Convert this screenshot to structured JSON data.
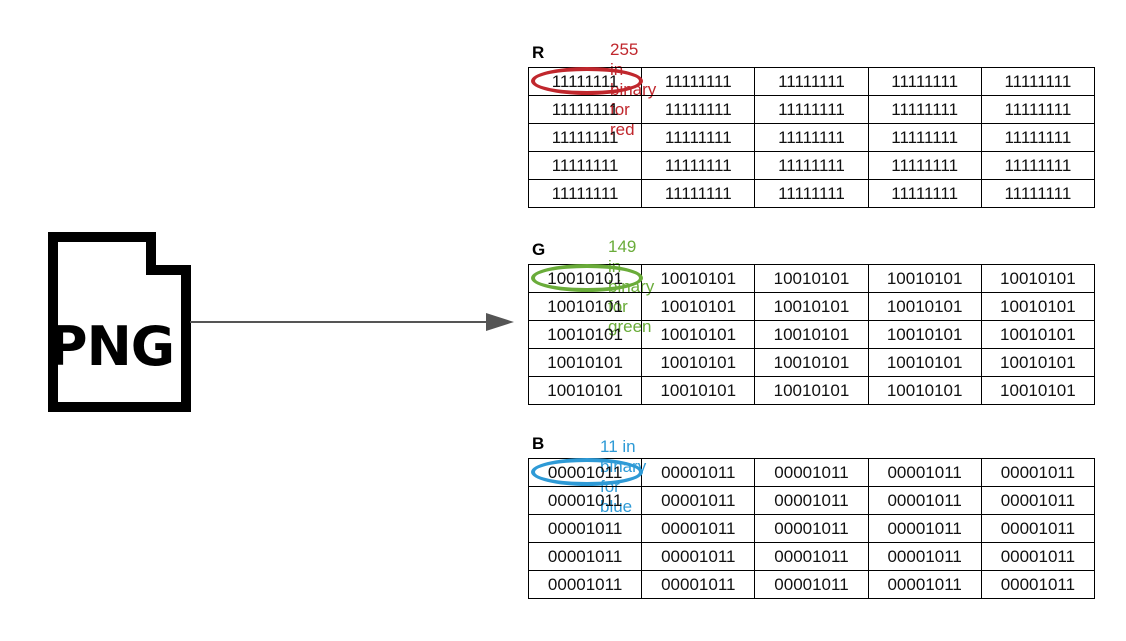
{
  "file": {
    "label": "PNG"
  },
  "channels": [
    {
      "letter": "R",
      "caption": "255 in binary for red",
      "color": "#c0272d",
      "value": "11111111"
    },
    {
      "letter": "G",
      "caption": "149 in binary for green",
      "color": "#6aac3a",
      "value": "10010101"
    },
    {
      "letter": "B",
      "caption": "11 in binary for blue",
      "color": "#2e9ad6",
      "value": "00001011"
    }
  ],
  "grid": {
    "rows": 5,
    "cols": 5
  }
}
